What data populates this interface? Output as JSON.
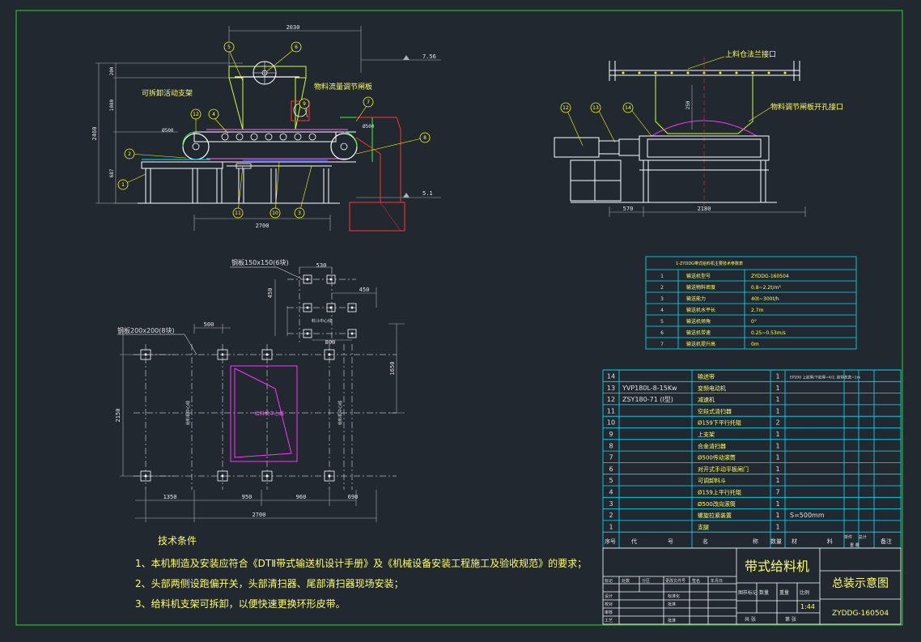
{
  "colors": {
    "background": "#212830",
    "frame": "#22dd22",
    "dimension": "#b0b0b0",
    "leader": "#ffff00",
    "cyan": "#00e5ff",
    "magenta": "#ff33ff",
    "text": "#ffffff"
  },
  "elevation": {
    "dims": {
      "top_width": "2030",
      "bottom_width": "2700",
      "total_height": "2460",
      "h_upper": "200",
      "h_mid": "1080",
      "h_lower": "687",
      "r500": "Ø500"
    },
    "levels": {
      "top": "7.56",
      "bottom": "5.1"
    },
    "labels": {
      "removable_support": "可拆卸活动支架",
      "flow_gate": "物料流量调节闸板"
    },
    "balloons": [
      "1",
      "2",
      "3",
      "4",
      "5",
      "6",
      "7",
      "8",
      "9",
      "10",
      "11",
      "12"
    ]
  },
  "side_view": {
    "dims": {
      "left": "570",
      "width": "2180",
      "h": "250"
    },
    "labels": {
      "flange_port": "上料仓法兰接口",
      "gate_port": "物料调节闸板开孔接口"
    },
    "balloons": [
      "12",
      "13",
      "14"
    ]
  },
  "foundation": {
    "label_small": "钢板150x150(6块)",
    "label_large": "钢板200x200(8块)",
    "dims": {
      "top_530": "530",
      "d450_a": "450",
      "d450_b": "450",
      "d800": "800",
      "d500": "500",
      "d1650": "1650",
      "d2150": "2150",
      "d1350": "1350",
      "d950": "950",
      "d960": "960",
      "d590": "690",
      "d2700": "2700"
    },
    "center_labels": {
      "discharge": "给料机中心线",
      "hopper": "料斗中心线"
    }
  },
  "tech": {
    "title": "技术条件",
    "items": [
      "1、本机制造及安装应符合《DTⅡ带式输送机设计手册》及《机械设备安装工程施工及验收规范》的要求；",
      "2、头部两侧设跑偏开关，头部清扫器、尾部清扫器现场安装；",
      "3、给料机支架可拆卸，以便快速更换环形皮带。"
    ]
  },
  "param_table": {
    "title": "1-ZYDDG带式给料机主要技术参数表",
    "rows": [
      [
        "1",
        "输送机型号",
        "ZYDDG-160504"
      ],
      [
        "2",
        "输送物料密度",
        "0.8~2.2t/m³"
      ],
      [
        "3",
        "输送能力",
        "40t~300t/h"
      ],
      [
        "4",
        "输送机水平长",
        "2.7m"
      ],
      [
        "5",
        "输送机倾角",
        "0°"
      ],
      [
        "6",
        "输送机带速",
        "0.25~0.53m/s"
      ],
      [
        "7",
        "输送机提升高",
        "0m"
      ]
    ]
  },
  "bom": {
    "rows": [
      [
        "14",
        "",
        "输送带",
        "1",
        "EP200 上胶厚/下胶厚=4/2, 胶带总宽=1m"
      ],
      [
        "13",
        "YVP180L-8-15Kw",
        "变频电动机",
        "1",
        ""
      ],
      [
        "12",
        "ZSY180-71 (I型)",
        "减速机",
        "1",
        ""
      ],
      [
        "11",
        "",
        "空段式清扫器",
        "1",
        ""
      ],
      [
        "10",
        "",
        "Ø159下平行托辊",
        "2",
        ""
      ],
      [
        "9",
        "",
        "上支架",
        "1",
        ""
      ],
      [
        "8",
        "",
        "合金清扫器",
        "1",
        ""
      ],
      [
        "7",
        "",
        "Ø500传动滚筒",
        "1",
        ""
      ],
      [
        "6",
        "",
        "对开式手动平板闸门",
        "1",
        ""
      ],
      [
        "5",
        "",
        "可调卸料斗",
        "1",
        ""
      ],
      [
        "4",
        "",
        "Ø159上平行托辊",
        "7",
        ""
      ],
      [
        "3",
        "",
        "Ø500改向滚筒",
        "1",
        ""
      ],
      [
        "2",
        "",
        "螺旋拉紧装置",
        "1",
        "S=500mm"
      ],
      [
        "1",
        "",
        "支腿",
        "1",
        ""
      ]
    ],
    "headers": [
      "序号",
      "代",
      "号",
      "名",
      "称",
      "数量",
      "材",
      "料",
      "单件",
      "总计",
      "备注"
    ],
    "header_weight": "重  量"
  },
  "title_block": {
    "product": "带式给料机",
    "drawing": "总装示意图",
    "code": "ZYDDG-160504",
    "scale": "1:44",
    "stage_labels": [
      "图样标记",
      "数量",
      "重量",
      "比例"
    ],
    "sheet_total": "共  张",
    "sheet_no": "第  张",
    "sign_labels": [
      "标记",
      "处数",
      "分区",
      "更改文件号",
      "签名",
      "年月日"
    ],
    "roles": [
      "设计",
      "校对",
      "审核",
      "工艺"
    ],
    "roles2": [
      "标准化",
      "批准",
      "",
      "批准"
    ]
  }
}
